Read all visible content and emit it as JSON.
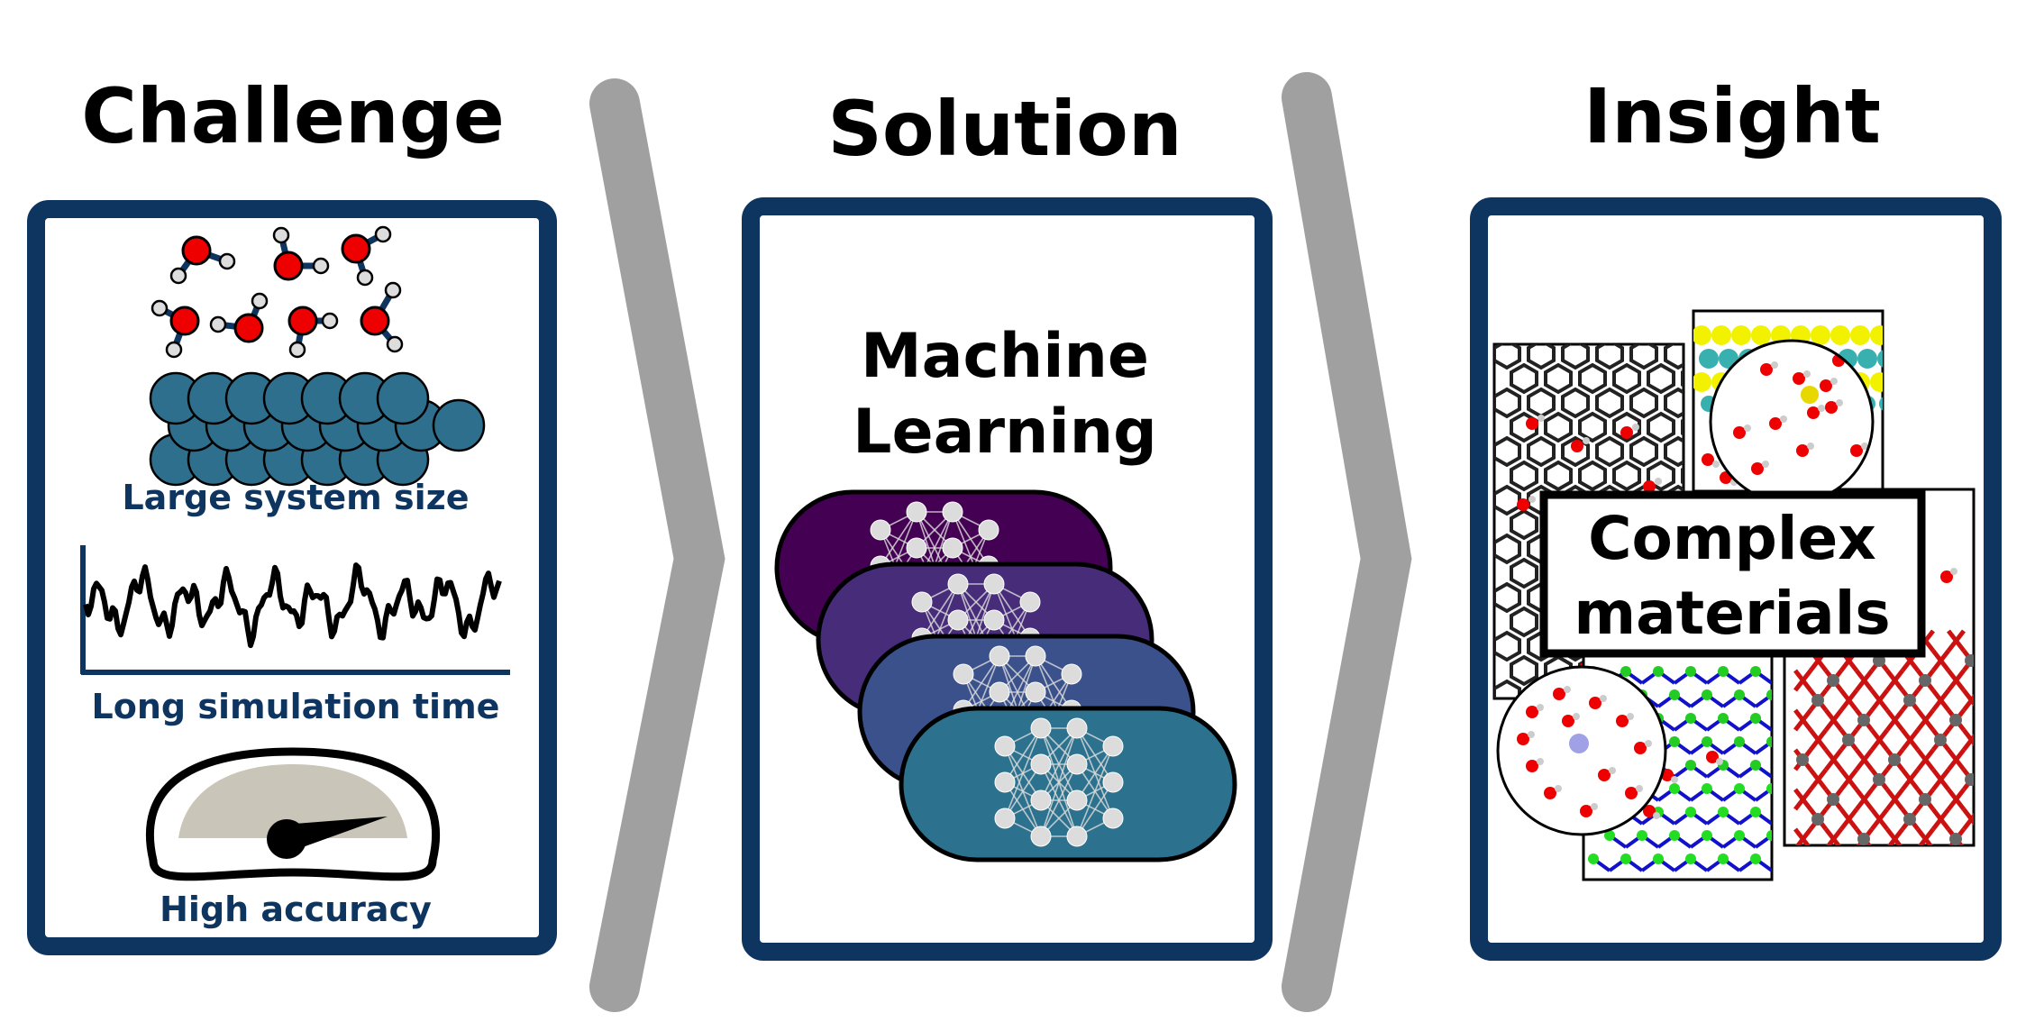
{
  "panels": [
    {
      "title": "Challenge",
      "captions": [
        "Large system size",
        "Long simulation time",
        "High accuracy"
      ]
    },
    {
      "title": "Solution",
      "label_lines": [
        "Machine",
        "Learning"
      ],
      "network_card_colors": [
        "#440154",
        "#472c7a",
        "#3b518b",
        "#2c728e"
      ]
    },
    {
      "title": "Insight",
      "label_lines": [
        "Complex",
        "materials"
      ]
    }
  ],
  "colors": {
    "frame": "#0e3560",
    "arrow": "#a0a0a0",
    "caption": "#0e3560",
    "atom": "#2d6f8c",
    "oxygen": "#ee0000",
    "hydrogen": "#dddddd",
    "gauge_fill": "#c9c5b8"
  },
  "icons": {
    "water": "water-molecule-icon",
    "slab": "atom-slab-icon",
    "trace": "trajectory-signal-icon",
    "gauge": "gauge-icon",
    "network": "neural-network-icon"
  }
}
